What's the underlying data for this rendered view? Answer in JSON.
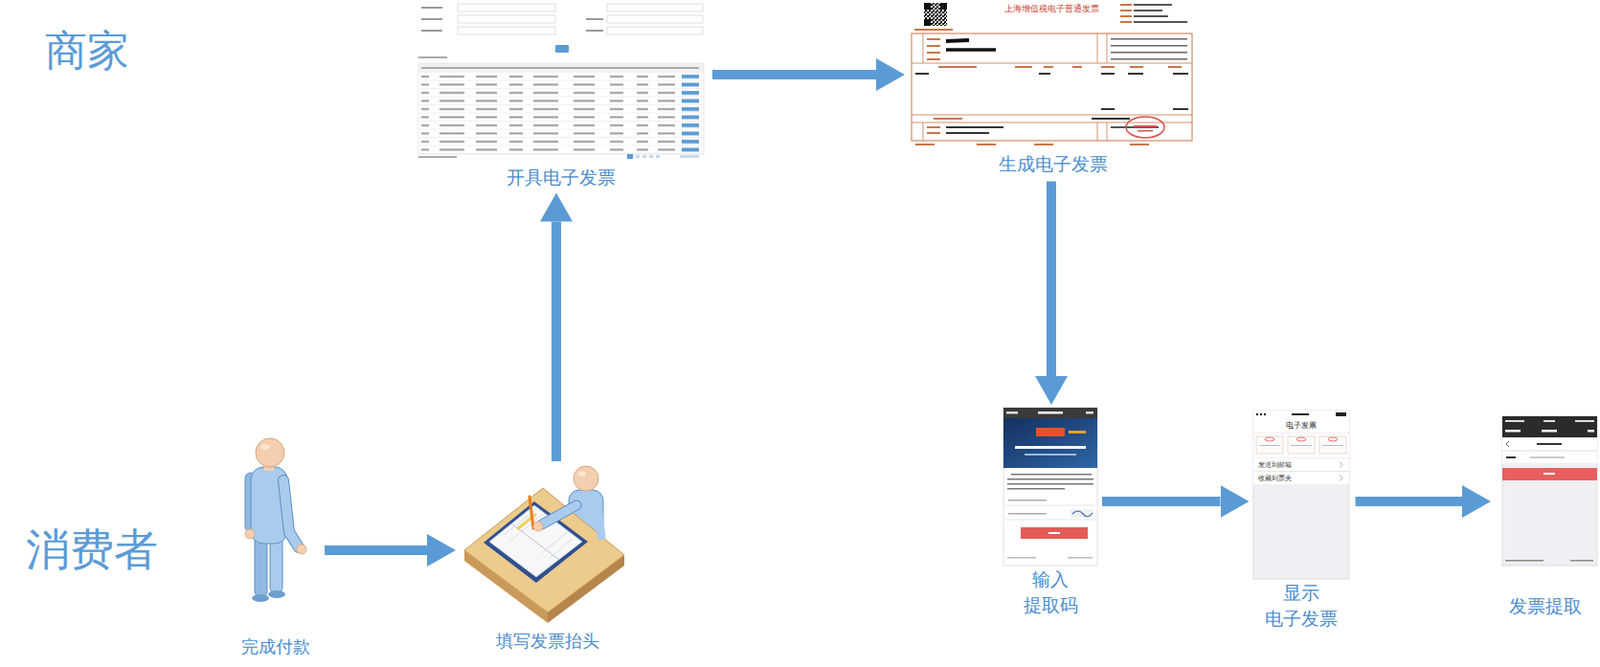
{
  "diagram": {
    "nodes": [
      {
        "text": [
          "开具电子发票"
        ]
      },
      {
        "text": [
          "生成电子发票"
        ]
      },
      {
        "text": [
          "完成付款"
        ]
      },
      {
        "text": [
          "填写发票抬头"
        ]
      },
      {
        "text": [
          "输入 提取码"
        ]
      },
      {
        "text": [
          "显示 电子发票"
        ]
      },
      {
        "text": [
          "发票提取"
        ]
      }
    ],
    "edges": [
      {
        "from": 2,
        "to": 3,
        "arrow": "to"
      },
      {
        "from": 3,
        "to": 0,
        "arrow": "to"
      },
      {
        "from": 0,
        "to": 1,
        "arrow": "to"
      },
      {
        "from": 1,
        "to": 4,
        "arrow": "to"
      },
      {
        "from": 4,
        "to": 5,
        "arrow": "to"
      },
      {
        "from": 5,
        "to": 6,
        "arrow": "to"
      }
    ],
    "labels": [
      "商家",
      "消费者",
      "上海增值税电子普通发票",
      "电子发票",
      "发送到邮箱",
      "收藏到票夹"
    ]
  }
}
